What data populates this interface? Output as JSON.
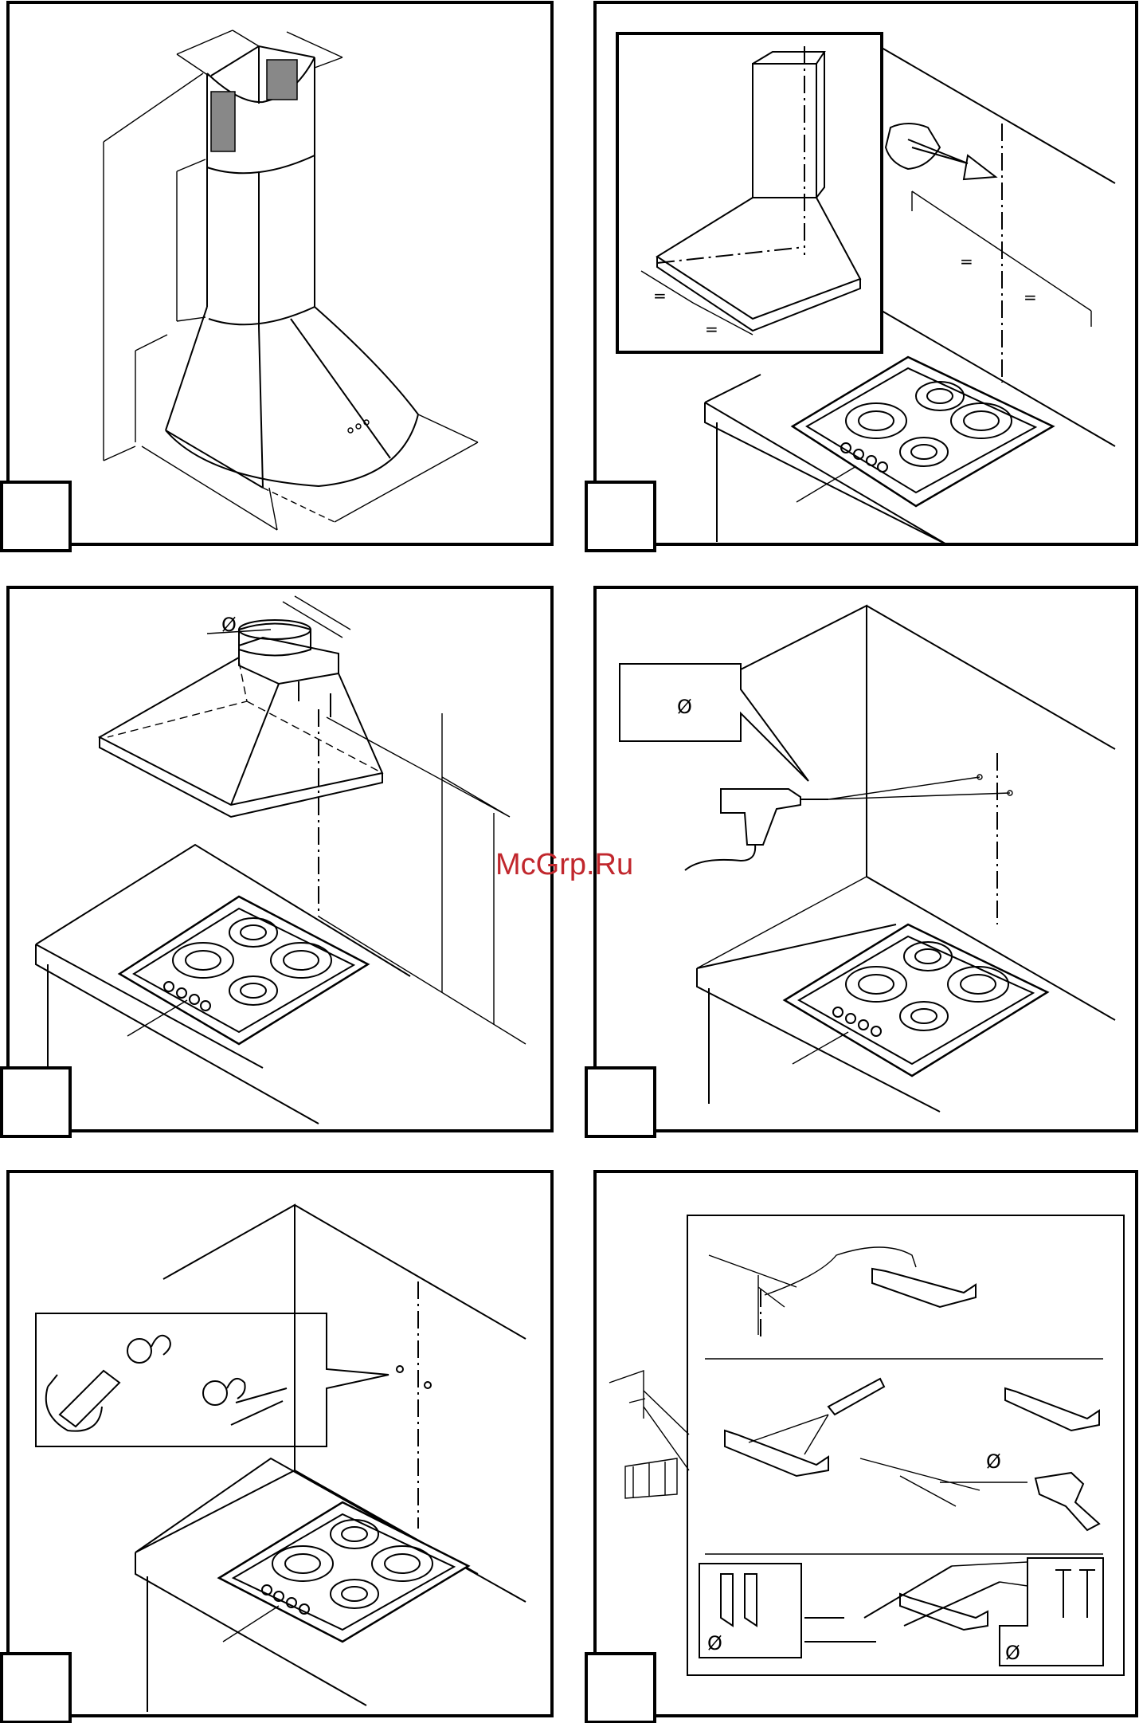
{
  "watermark": "McGrp.Ru",
  "symbols": {
    "diameter": "Ø",
    "equal": "="
  },
  "panels": [
    {
      "id": "cooker-hood-dimensions"
    },
    {
      "id": "hood-centerline-marking"
    },
    {
      "id": "hood-height-above-hob"
    },
    {
      "id": "wall-drilling"
    },
    {
      "id": "screw-insertion"
    },
    {
      "id": "bracket-mounting"
    }
  ]
}
